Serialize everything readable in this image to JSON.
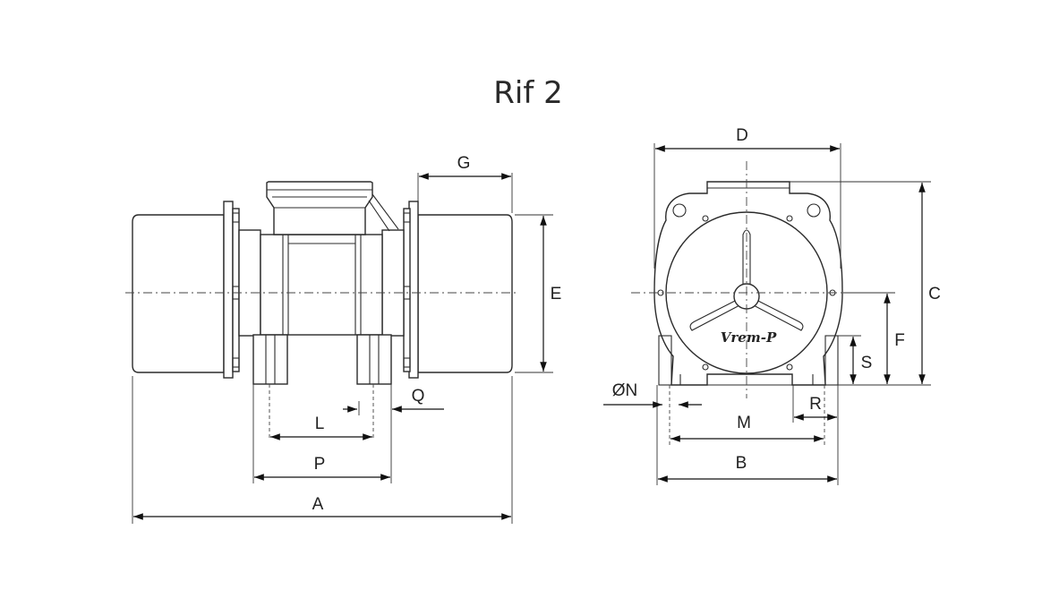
{
  "title": "Rif 2",
  "brand_logo": "Vrem-P",
  "side_view_labels": {
    "A": "A",
    "P": "P",
    "L": "L",
    "Q": "Q",
    "G": "G",
    "E": "E"
  },
  "front_view_labels": {
    "D": "D",
    "C": "C",
    "F": "F",
    "S": "S",
    "R": "R",
    "M": "M",
    "B": "B",
    "N": "ØN"
  }
}
